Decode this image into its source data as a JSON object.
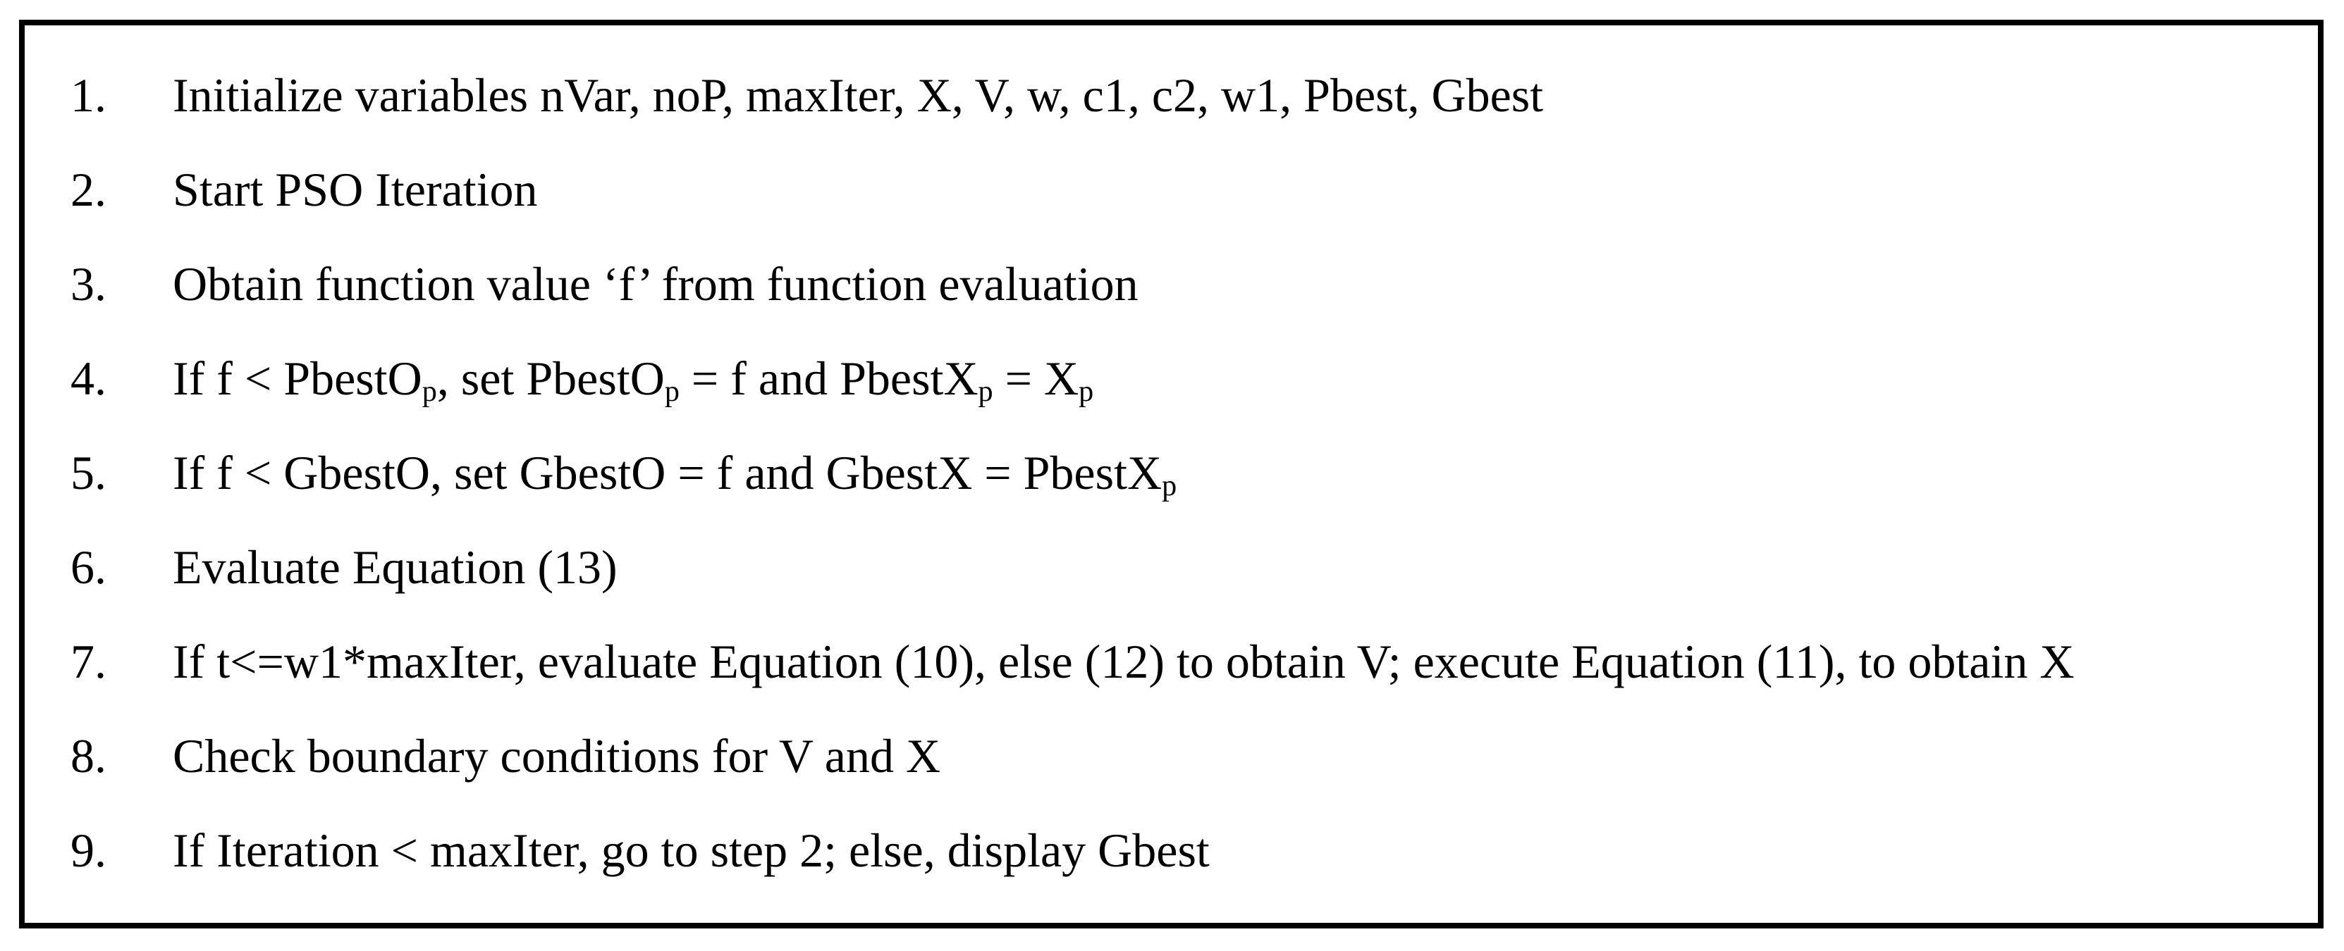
{
  "figure": {
    "type": "algorithm-pseudocode",
    "text_color": "#000000",
    "background_color": "#ffffff",
    "border_color": "#000000",
    "steps": [
      {
        "number": "1.",
        "segments": [
          {
            "t": "Initialize variables nVar, noP, maxIter, X, V, w, c1, c2, w1, Pbest, Gbest"
          }
        ]
      },
      {
        "number": "2.",
        "segments": [
          {
            "t": "Start PSO Iteration"
          }
        ]
      },
      {
        "number": "3.",
        "segments": [
          {
            "t": "Obtain function value ‘f’ from function evaluation"
          }
        ]
      },
      {
        "number": "4.",
        "segments": [
          {
            "t": "If f < PbestO"
          },
          {
            "t": "p",
            "sub": true
          },
          {
            "t": ", set PbestO"
          },
          {
            "t": "p",
            "sub": true
          },
          {
            "t": " = f and PbestX"
          },
          {
            "t": "p",
            "sub": true
          },
          {
            "t": " = X"
          },
          {
            "t": "p",
            "sub": true
          }
        ]
      },
      {
        "number": "5.",
        "segments": [
          {
            "t": "If f < GbestO, set GbestO = f and GbestX = PbestX"
          },
          {
            "t": "p",
            "sub": true
          }
        ]
      },
      {
        "number": "6.",
        "segments": [
          {
            "t": "Evaluate Equation (13)"
          }
        ]
      },
      {
        "number": "7.",
        "segments": [
          {
            "t": "If t<=w1*maxIter, evaluate Equation (10), else (12) to obtain V; execute Equation (11), to obtain X"
          }
        ]
      },
      {
        "number": "8.",
        "segments": [
          {
            "t": "Check boundary conditions for V and X"
          }
        ]
      },
      {
        "number": "9.",
        "segments": [
          {
            "t": "If Iteration < maxIter, go to step 2; else, display Gbest"
          }
        ]
      }
    ]
  }
}
